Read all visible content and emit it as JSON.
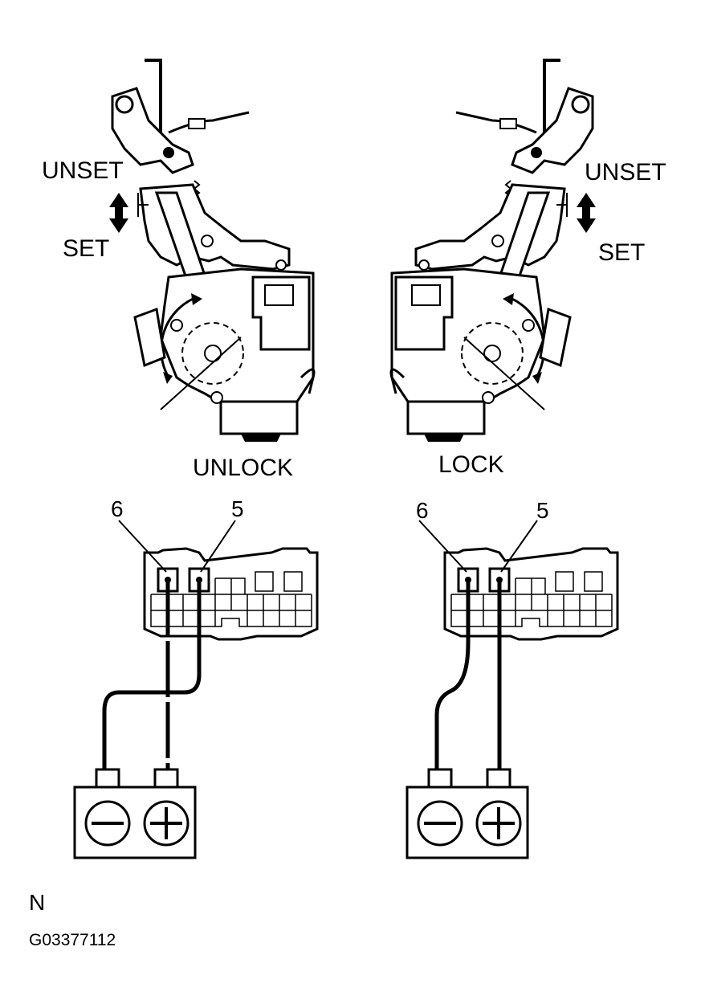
{
  "left_actuator": {
    "unset_label": "UNSET",
    "set_label": "SET",
    "state_label": "UNLOCK",
    "pin_a": "6",
    "pin_b": "5"
  },
  "right_actuator": {
    "unset_label": "UNSET",
    "set_label": "SET",
    "state_label": "LOCK",
    "pin_a": "6",
    "pin_b": "5"
  },
  "footer": {
    "code_letter": "N",
    "figure_id": "G03377112"
  }
}
